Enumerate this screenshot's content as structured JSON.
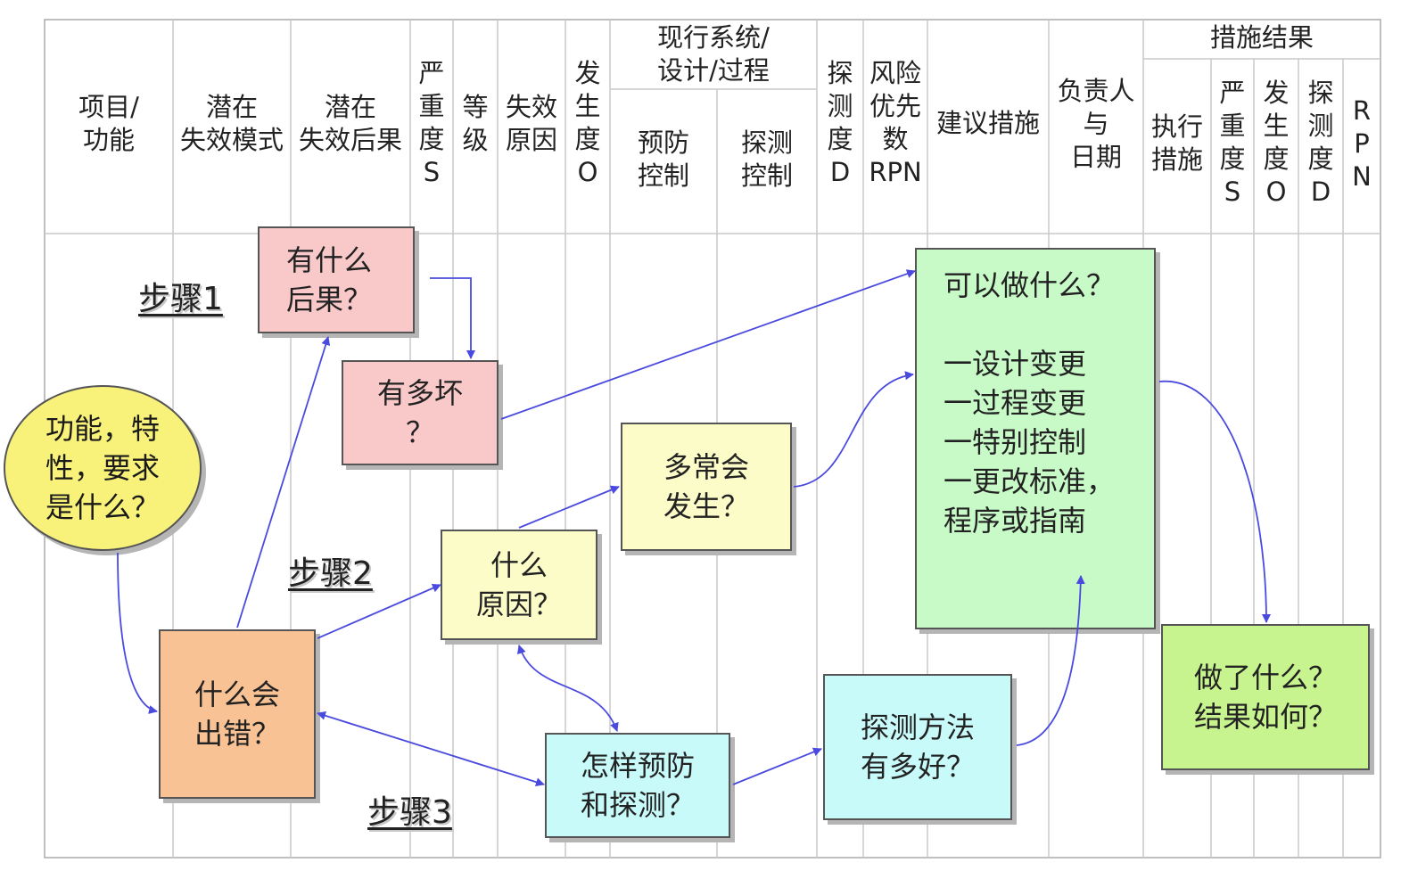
{
  "columns": {
    "item_function": "项目/\n功能",
    "potential_failure_mode": "潜在\n失效模式",
    "potential_failure_effect": "潜在\n失效后果",
    "severity": "严\n重\n度\nS",
    "class": "等\n级",
    "failure_cause": "失效\n原因",
    "occurrence": "发\n生\n度\nO",
    "current_controls": "现行系统/\n设计/过程",
    "prevention_control": "预防\n控制",
    "detection_control": "探测\n控制",
    "detection": "探\n测\n度\nD",
    "rpn": "风险\n优先\n数\nRPN",
    "recommended_actions": "建议措施",
    "owner_date": "负责人\n与\n日期",
    "action_results": "措施结果",
    "actions_taken": "执行\n措施",
    "result_severity": "严\n重\n度\nS",
    "result_occurrence": "发\n生\n度\nO",
    "result_detection": "探\n测\n度\nD",
    "result_rpn": "R\nP\nN"
  },
  "nodes": {
    "requirements": "功能，特\n性，要求\n是什么？",
    "consequences": "有什么\n后果？",
    "how_bad": "有多坏\n？",
    "what_wrong": "什么会\n出错？",
    "causes": "什么\n原因？",
    "how_often": "多常会\n发生？",
    "prevent_detect": "怎样预防\n和探测？",
    "detect_method": "探测方法\n有多好？",
    "what_can_do": "可以做什么？\n\n一设计变更\n一过程变更\n一特别控制\n一更改标准，\n    程序或指南",
    "what_done": "做了什么？\n结果如何？"
  },
  "steps": {
    "step1": "步骤1",
    "step2": "步骤2",
    "step3": "步骤3"
  },
  "colors": {
    "pink": "#f9c8c8",
    "orange": "#f8c294",
    "light_yellow": "#fcfcc8",
    "yellow": "#f8f27a",
    "cyan": "#c8fafa",
    "light_green": "#c8fac8",
    "green": "#c8f490",
    "arrow": "#4a4adf"
  }
}
